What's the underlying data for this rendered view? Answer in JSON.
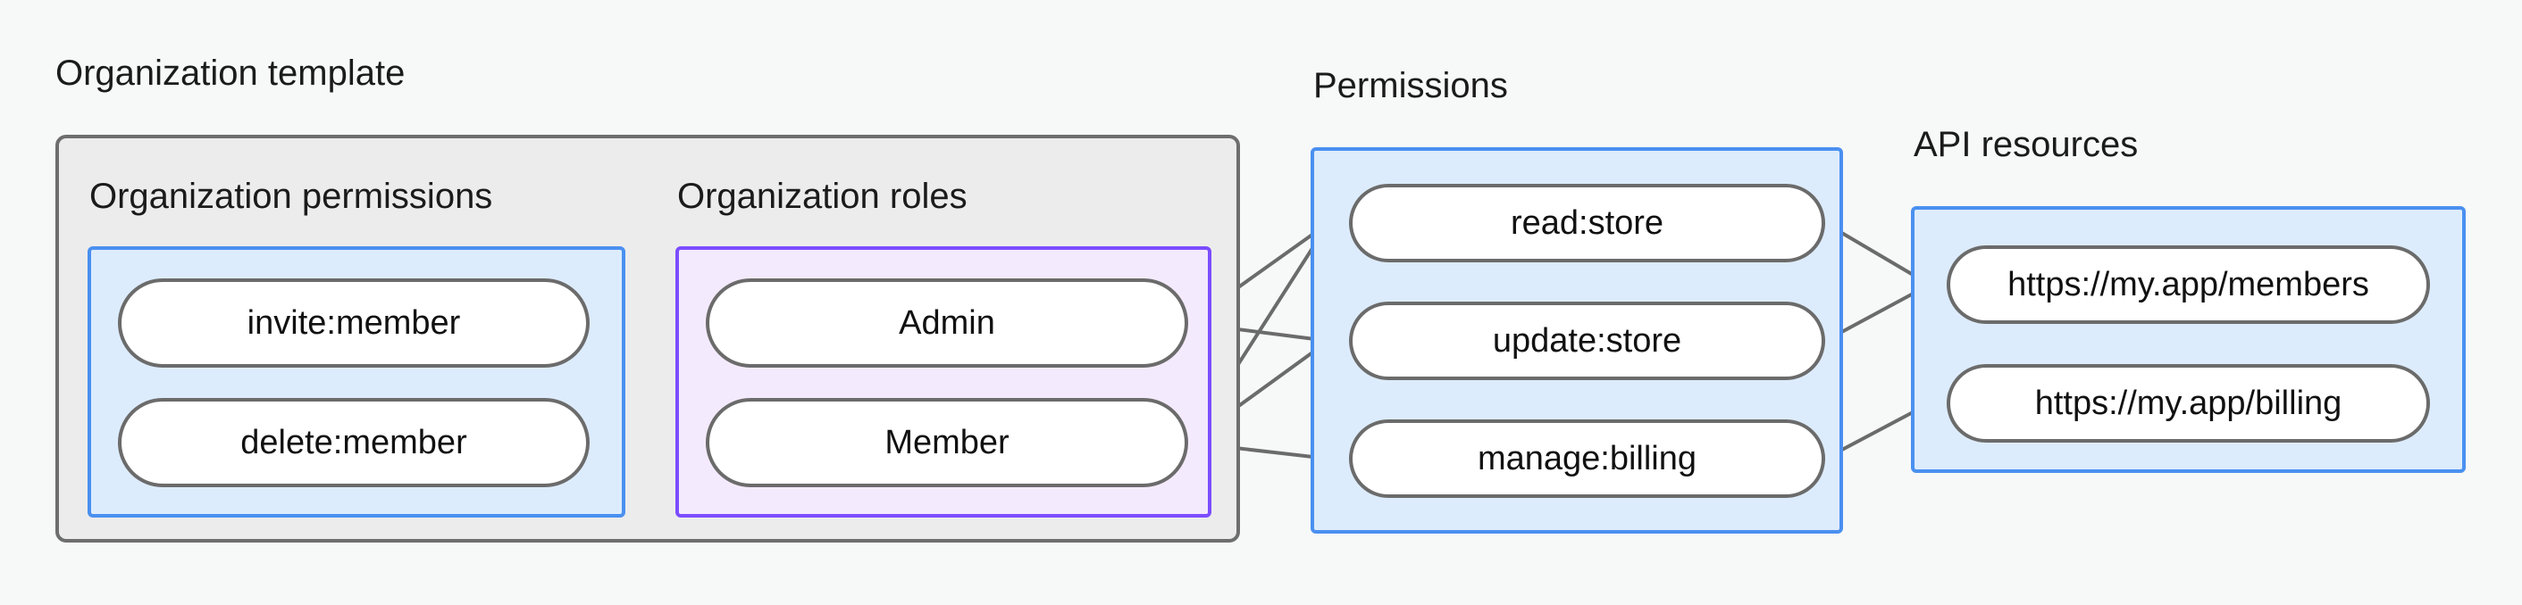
{
  "diagram": {
    "title_visible": false,
    "background_color": "#f7f8f8",
    "edge_color": "#6b6b6b",
    "node_fill": "#ffffff",
    "node_border": "#6b6b6b"
  },
  "groups": {
    "organization_template": {
      "label": "Organization template",
      "fill": "#ececec",
      "border": "#6e6e6e"
    },
    "organization_permissions": {
      "label": "Organization permissions",
      "fill": "#ddecfd",
      "border": "#4a90f0",
      "nodes": [
        {
          "label": "invite:member"
        },
        {
          "label": "delete:member"
        }
      ]
    },
    "organization_roles": {
      "label": "Organization roles",
      "fill": "#f4eafd",
      "border": "#7c4dff",
      "nodes": [
        {
          "label": "Admin"
        },
        {
          "label": "Member"
        }
      ]
    },
    "permissions": {
      "label": "Permissions",
      "fill": "#ddecfd",
      "border": "#4a90f0",
      "nodes": [
        {
          "label": "read:store"
        },
        {
          "label": "update:store"
        },
        {
          "label": "manage:billing"
        }
      ]
    },
    "api_resources": {
      "label": "API resources",
      "fill": "#ddecfd",
      "border": "#4a90f0",
      "nodes": [
        {
          "label": "https://my.app/members"
        },
        {
          "label": "https://my.app/billing"
        }
      ]
    }
  },
  "edges": [
    {
      "from": "invite:member",
      "to": "Admin"
    },
    {
      "from": "delete:member",
      "to": "Admin"
    },
    {
      "from": "delete:member",
      "to": "Member"
    },
    {
      "from": "Admin",
      "to": "read:store"
    },
    {
      "from": "Admin",
      "to": "update:store"
    },
    {
      "from": "Member",
      "to": "read:store"
    },
    {
      "from": "Member",
      "to": "update:store"
    },
    {
      "from": "Member",
      "to": "manage:billing"
    },
    {
      "from": "read:store",
      "to": "https://my.app/members"
    },
    {
      "from": "update:store",
      "to": "https://my.app/members"
    },
    {
      "from": "manage:billing",
      "to": "https://my.app/billing"
    }
  ]
}
